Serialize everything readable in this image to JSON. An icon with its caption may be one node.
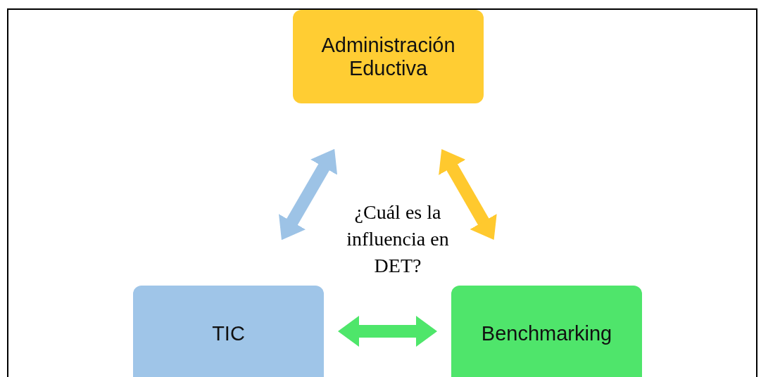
{
  "diagram": {
    "nodes": [
      {
        "text": [
          "Administración Eductiva"
        ]
      },
      {
        "text": [
          "TIC"
        ]
      },
      {
        "text": [
          "Benchmarking"
        ]
      }
    ],
    "edges": [
      {
        "from": 1,
        "to": 0,
        "arrow": "both",
        "color": "#9dc3e6"
      },
      {
        "from": 0,
        "to": 2,
        "arrow": "both",
        "color": "#ffc92e"
      },
      {
        "from": 1,
        "to": 2,
        "arrow": "both",
        "color": "#4ee66a"
      }
    ],
    "labels": [
      "¿Cuál es la influencia en DET?"
    ]
  }
}
